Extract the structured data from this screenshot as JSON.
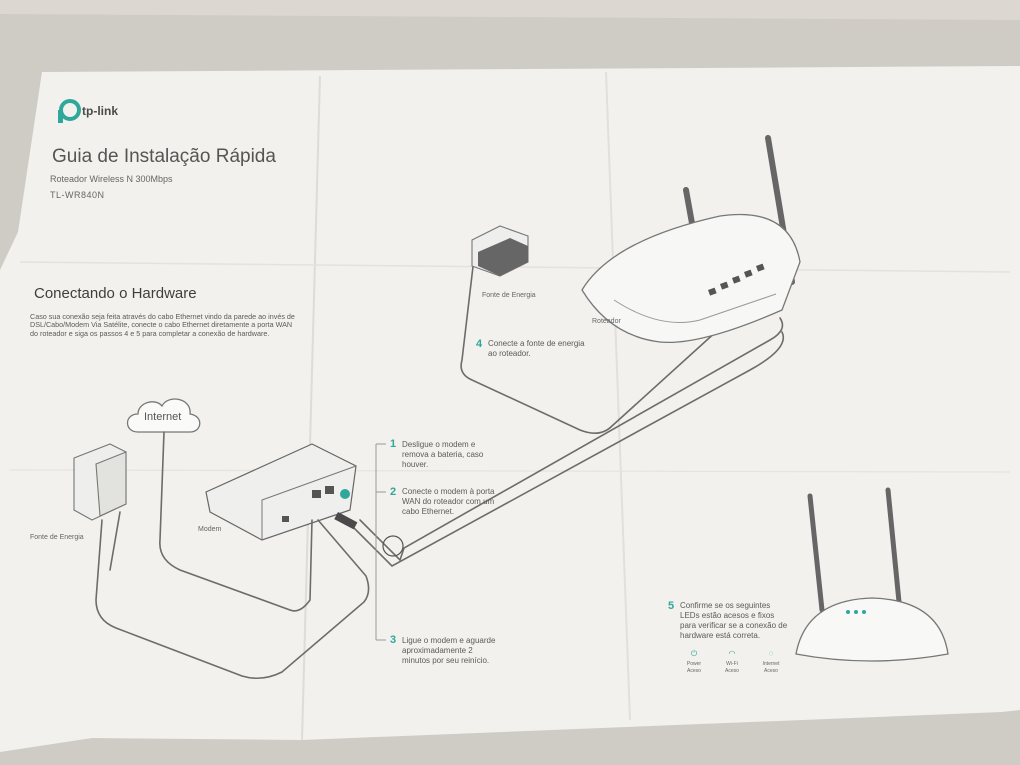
{
  "header": {
    "brand": "tp-link",
    "title": "Guia de Instalação Rápida",
    "subtitle": "Roteador Wireless N 300Mbps",
    "model": "TL-WR840N"
  },
  "section": {
    "title": "Conectando o Hardware",
    "intro": "Caso sua conexão seja feita através do cabo Ethernet vindo da parede ao invés de DSL/Cabo/Modem Via Satélite, conecte o cabo Ethernet diretamente a porta WAN do roteador e siga os passos 4 e 5 para completar a conexão de hardware."
  },
  "labels": {
    "internet": "Internet",
    "power_left": "Fonte de Energia",
    "power_top": "Fonte de Energia",
    "modem": "Modem",
    "router": "Roteador"
  },
  "steps": [
    {
      "num": "1",
      "text": "Desligue o modem e remova a bateria, caso houver."
    },
    {
      "num": "2",
      "text": "Conecte o modem à porta WAN do roteador com um cabo Ethernet."
    },
    {
      "num": "3",
      "text": "Ligue o modem e aguarde aproximadamente 2 minutos por seu reinício."
    },
    {
      "num": "4",
      "text": "Conecte a fonte de energia ao roteador."
    },
    {
      "num": "5",
      "text": "Confirme se os seguintes LEDs estão acesos e fixos para verificar se a conexão de hardware está correta."
    }
  ],
  "leds": [
    {
      "icon": "power-icon",
      "symbol": "⏻",
      "name": "Power",
      "state": "Aceso"
    },
    {
      "icon": "wifi-icon",
      "symbol": "◠",
      "name": "Wi-Fi",
      "state": "Aceso"
    },
    {
      "icon": "internet-icon",
      "symbol": "◌",
      "name": "Internet",
      "state": "Aceso"
    }
  ],
  "colors": {
    "accent": "#2fa79a",
    "paper": "#f1f0ec",
    "background": "#c9c6c0"
  }
}
